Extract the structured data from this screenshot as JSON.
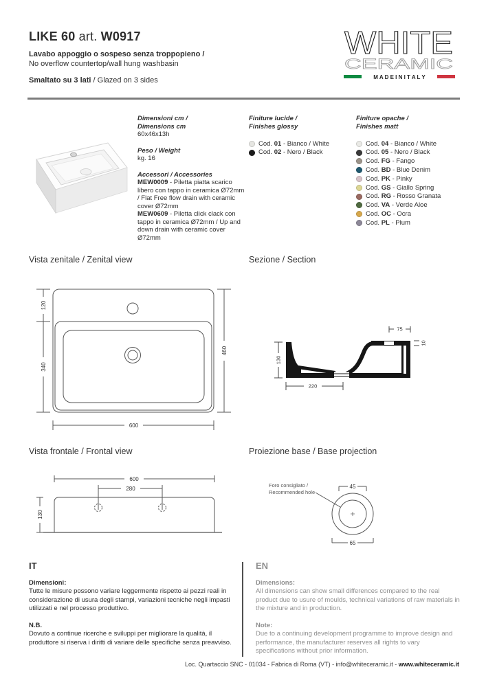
{
  "header": {
    "model": "LIKE 60",
    "art_label": "art.",
    "art_code": "W0917",
    "subtitle_it": "Lavabo appoggio o sospeso senza troppopieno /",
    "subtitle_en": "No overflow countertop/wall hung washbasin",
    "glaze_it": "Smaltato su 3 lati",
    "glaze_en": "/ Glazed on 3 sides"
  },
  "logo": {
    "word1": "WHITE",
    "word2": "CERAMIC",
    "tagline": "M A D E   I N   I T A L Y",
    "flag_green": "#0e8a41",
    "flag_red": "#cf3540"
  },
  "labels": {
    "cod": "Cod."
  },
  "info": {
    "dimensions_label_it": "Dimensioni cm /",
    "dimensions_label_en": "Dimensions cm",
    "dimensions_value": "60x46x13h",
    "weight_label": "Peso / Weight",
    "weight_value": "kg. 16",
    "accessories_label": "Accessori / Accessories",
    "accessories": [
      {
        "code": "MEW0009",
        "desc": "- Piletta piatta scarico libero con tappo in ceramica Ø72mm / Flat Free flow drain with ceramic cover Ø72mm"
      },
      {
        "code": "MEW0609",
        "desc": "- Piletta click clack con tappo in ceramica Ø72mm / Up and down drain with ceramic cover Ø72mm"
      }
    ]
  },
  "finishes_glossy": {
    "label_it": "Finiture lucide /",
    "label_en": "Finishes glossy",
    "items": [
      {
        "code": "01",
        "name": "- Bianco / White",
        "color": "#e6e6e2"
      },
      {
        "code": "02",
        "name": "- Nero / Black",
        "color": "#1a1a1a"
      }
    ]
  },
  "finishes_matt": {
    "label_it": "Finiture opache /",
    "label_en": "Finishes matt",
    "items": [
      {
        "code": "04",
        "name": "- Bianco / White",
        "color": "#eaeae6"
      },
      {
        "code": "05",
        "name": "- Nero / Black",
        "color": "#3a3a3a"
      },
      {
        "code": "FG",
        "name": "- Fango",
        "color": "#9c948a"
      },
      {
        "code": "BD",
        "name": "- Blue Denim",
        "color": "#20596f"
      },
      {
        "code": "PK",
        "name": "- Pinky",
        "color": "#d8c3c9"
      },
      {
        "code": "GS",
        "name": "- Giallo Spring",
        "color": "#ddd795"
      },
      {
        "code": "RG",
        "name": "- Rosso Granata",
        "color": "#9a6a62"
      },
      {
        "code": "VA",
        "name": "- Verde Aloe",
        "color": "#4f6a40"
      },
      {
        "code": "OC",
        "name": "- Ocra",
        "color": "#d7a84c"
      },
      {
        "code": "PL",
        "name": "- Plum",
        "color": "#8d8898"
      }
    ]
  },
  "drawings": {
    "zenital": {
      "title": "Vista zenitale / Zenital view",
      "dim_top_left": "120",
      "dim_bottom_left": "340",
      "dim_right": "460",
      "dim_bottom": "600"
    },
    "section": {
      "title": "Sezione / Section",
      "dim_height": "130",
      "dim_bottom": "220",
      "dim_top": "75",
      "dim_edge": "10"
    },
    "frontal": {
      "title": "Vista frontale / Frontal view",
      "dim_width": "600",
      "dim_holes": "280",
      "dim_height": "130"
    },
    "base": {
      "title": "Proiezione base / Base projection",
      "dim_inner": "45",
      "dim_outer": "65",
      "hole_note_it": "Foro consigliato /",
      "hole_note_en": "Recommended hole"
    }
  },
  "notes": {
    "it": {
      "lang": "IT",
      "dim_label": "Dimensioni:",
      "dim_text": "Tutte le misure possono variare leggermente rispetto ai pezzi reali in considerazione di usura degli stampi, variazioni tecniche negli impasti utilizzati e nel processo produttivo.",
      "nb_label": "N.B.",
      "nb_text": "Dovuto a continue ricerche e sviluppi per migliorare la qualità, il produttore si riserva i diritti di variare delle specifiche senza preavviso."
    },
    "en": {
      "lang": "EN",
      "dim_label": "Dimensions:",
      "dim_text": "All dimensions can show small differences compared to the real product due to usure of moulds, technical variations of raw materials in the mixture and in production.",
      "note_label": "Note:",
      "note_text": "Due to a continuing development programme to improve design and performance, the manufacturer reserves all rights to vary specifications without prior information."
    }
  },
  "footer": {
    "address": "Loc. Quartaccio SNC - 01034 - Fabrica di Roma (VT) - info@whiteceramic.it -",
    "website": "www.whiteceramic.it"
  }
}
